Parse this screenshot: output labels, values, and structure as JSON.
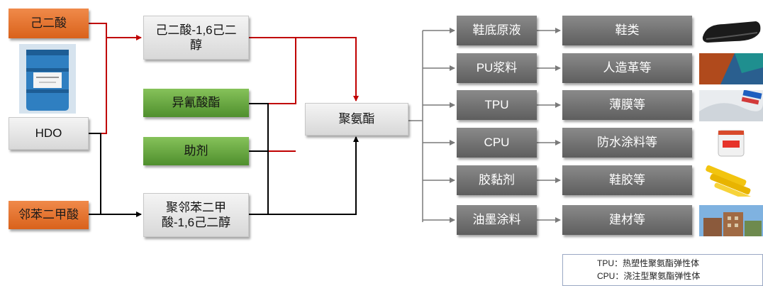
{
  "sources": {
    "adipic_acid": "己二酸",
    "hdo": "HDO",
    "phthalic_acid": "邻苯二甲酸"
  },
  "intermediates": {
    "polyester_a": "己二酸-1,6己二醇",
    "isocyanate": "异氰酸酯",
    "additive": "助剂",
    "polyester_b": "聚邻苯二甲酸-1,6己二醇"
  },
  "product": "聚氨酯",
  "applications": [
    {
      "name": "鞋底原液",
      "use": "鞋类",
      "image": "shoe-sole-image"
    },
    {
      "name": "PU浆料",
      "use": "人造革等",
      "image": "artificial-leather-image"
    },
    {
      "name": "TPU",
      "use": "薄膜等",
      "image": "film-image"
    },
    {
      "name": "CPU",
      "use": "防水涂料等",
      "image": "coating-bucket-image"
    },
    {
      "name": "胶黏剂",
      "use": "鞋胶等",
      "image": "glue-tubes-image"
    },
    {
      "name": "油墨涂料",
      "use": "建材等",
      "image": "building-image"
    }
  ],
  "legend": {
    "tpu": "TPU：热塑性聚氨酯弹性体",
    "cpu": "CPU：浇注型聚氨酯弹性体"
  },
  "colors": {
    "orange": "#e2722e",
    "green": "#5f9e3b",
    "dark_gray": "#6f6f6f",
    "red_line": "#c00000",
    "black_line": "#000000"
  }
}
